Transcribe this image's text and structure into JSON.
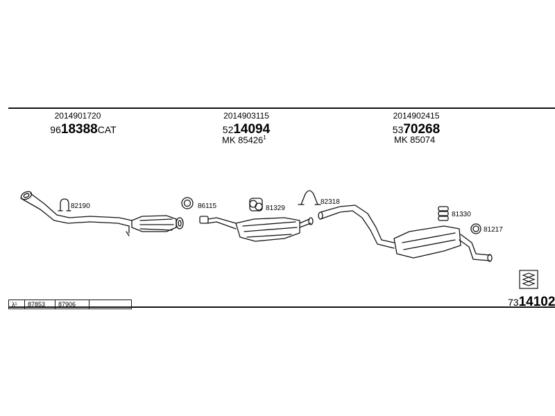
{
  "sections": [
    {
      "oe": "2014901720",
      "prefix": "96",
      "main": "18388",
      "suffix": "CAT"
    },
    {
      "oe": "2014903115",
      "prefix": "52",
      "main": "14094",
      "mk": "MK  85426",
      "mk_sup": "1"
    },
    {
      "oe": "2014902415",
      "prefix": "53",
      "main": "70268",
      "mk": "MK  85074"
    }
  ],
  "parts": {
    "clamp_1": "82190",
    "gasket_1": "86115",
    "mount_1": "81329",
    "clamp_2": "82318",
    "mount_2": "81330",
    "ring_2": "81217"
  },
  "lambda_table": {
    "symbol": "λ¹",
    "cells": [
      "87853",
      "87906",
      ""
    ]
  },
  "diagram_ref": {
    "prefix": "73",
    "main": "14102"
  }
}
